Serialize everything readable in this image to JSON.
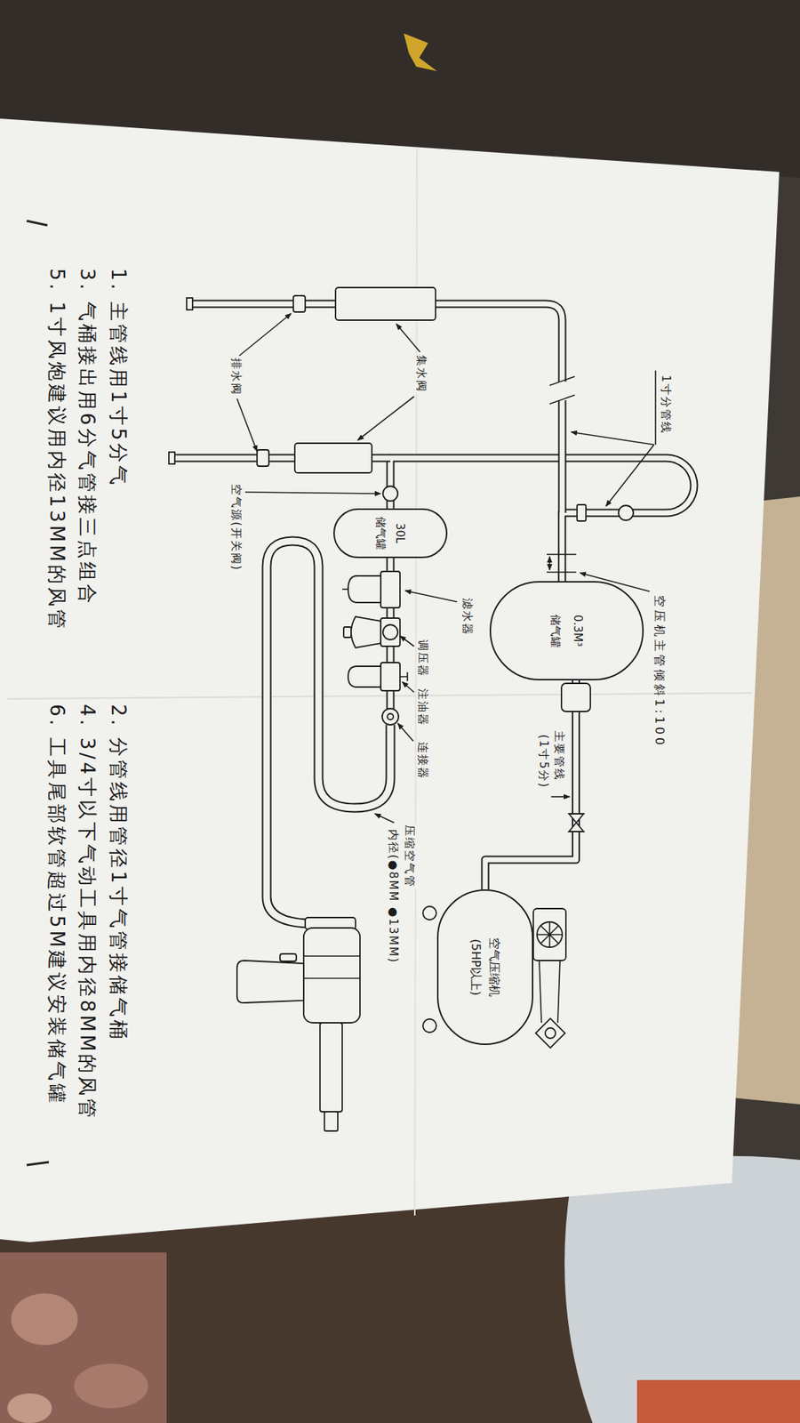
{
  "diagram": {
    "nodes": [
      {
        "text": [
          "0.3M³",
          "储气罐"
        ]
      },
      {
        "text": [
          "空气压缩机",
          "(5HP以上)"
        ]
      },
      {
        "text": [
          "30L",
          "储气罐"
        ]
      }
    ],
    "edges": [
      {
        "from": 1,
        "to": 0,
        "arrow": "none"
      },
      {
        "from": 0,
        "to": 2,
        "arrow": "none"
      }
    ],
    "labels": [
      "1寸分管线",
      "空压机主管倾斜1:100",
      "主要管线",
      "(1寸5分)",
      "滤水器",
      "集水阀",
      "调压器",
      "注油器",
      "连接器",
      "压缩空气管",
      "内径(●8MM ●13MM)",
      "排水阀",
      "空气源(开关阀)",
      "1. 主管线用1寸5分气",
      "2. 分管线用管径1寸气管接储气桶",
      "3. 气桶接出用6分气管接三点组合",
      "4. 3/4寸以下气动工具用内径8MM的风管",
      "5. 1寸风炮建议用内径13MM的风管",
      "6. 工具尾部软管超过5M建议安装储气罐"
    ]
  }
}
